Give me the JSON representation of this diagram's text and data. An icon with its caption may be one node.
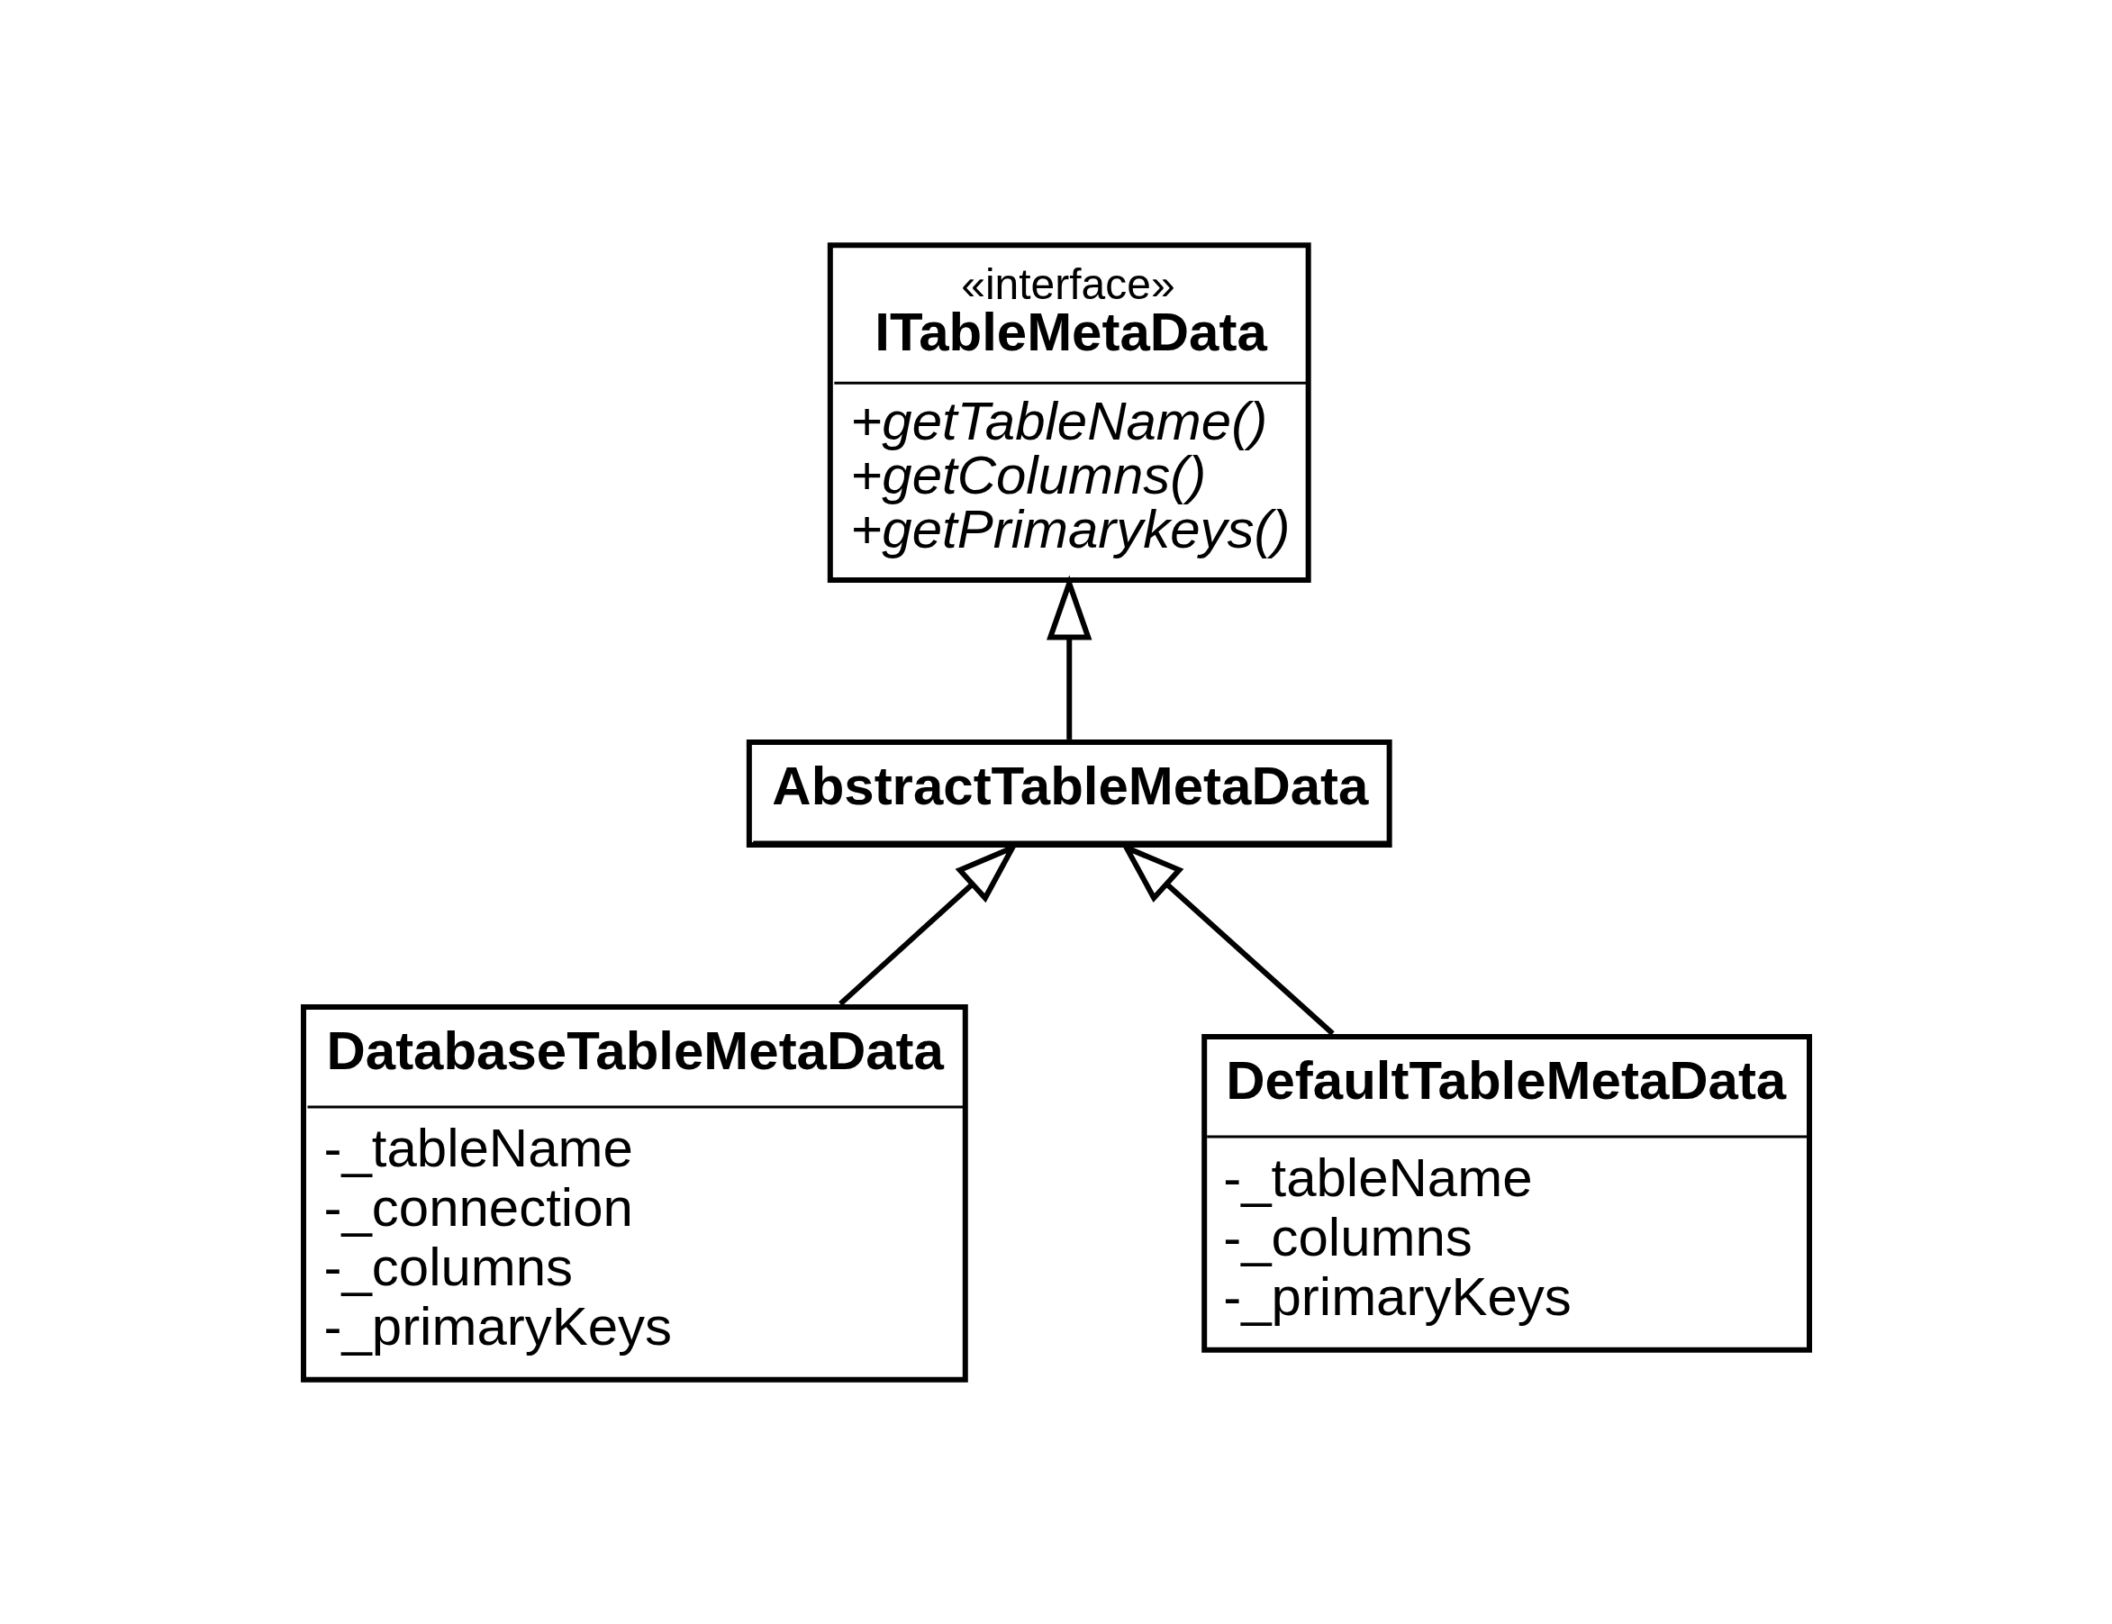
{
  "diagram": {
    "nodes": [
      {
        "text": [
          "«interface»",
          "ITableMetaData",
          "+getTableName()",
          "+getColumns()",
          "+getPrimarykeys()"
        ]
      },
      {
        "text": [
          "AbstractTableMetaData"
        ]
      },
      {
        "text": [
          "DatabaseTableMetaData",
          "-_tableName",
          "-_connection",
          "-_columns",
          "-_primaryKeys"
        ]
      },
      {
        "text": [
          "DefaultTableMetaData",
          "-_tableName",
          "-_columns",
          "-_primaryKeys"
        ]
      }
    ],
    "edges": [
      {
        "from": 1,
        "to": 0,
        "arrow": "to"
      },
      {
        "from": 2,
        "to": 1,
        "arrow": "to"
      },
      {
        "from": 3,
        "to": 1,
        "arrow": "to"
      }
    ]
  }
}
